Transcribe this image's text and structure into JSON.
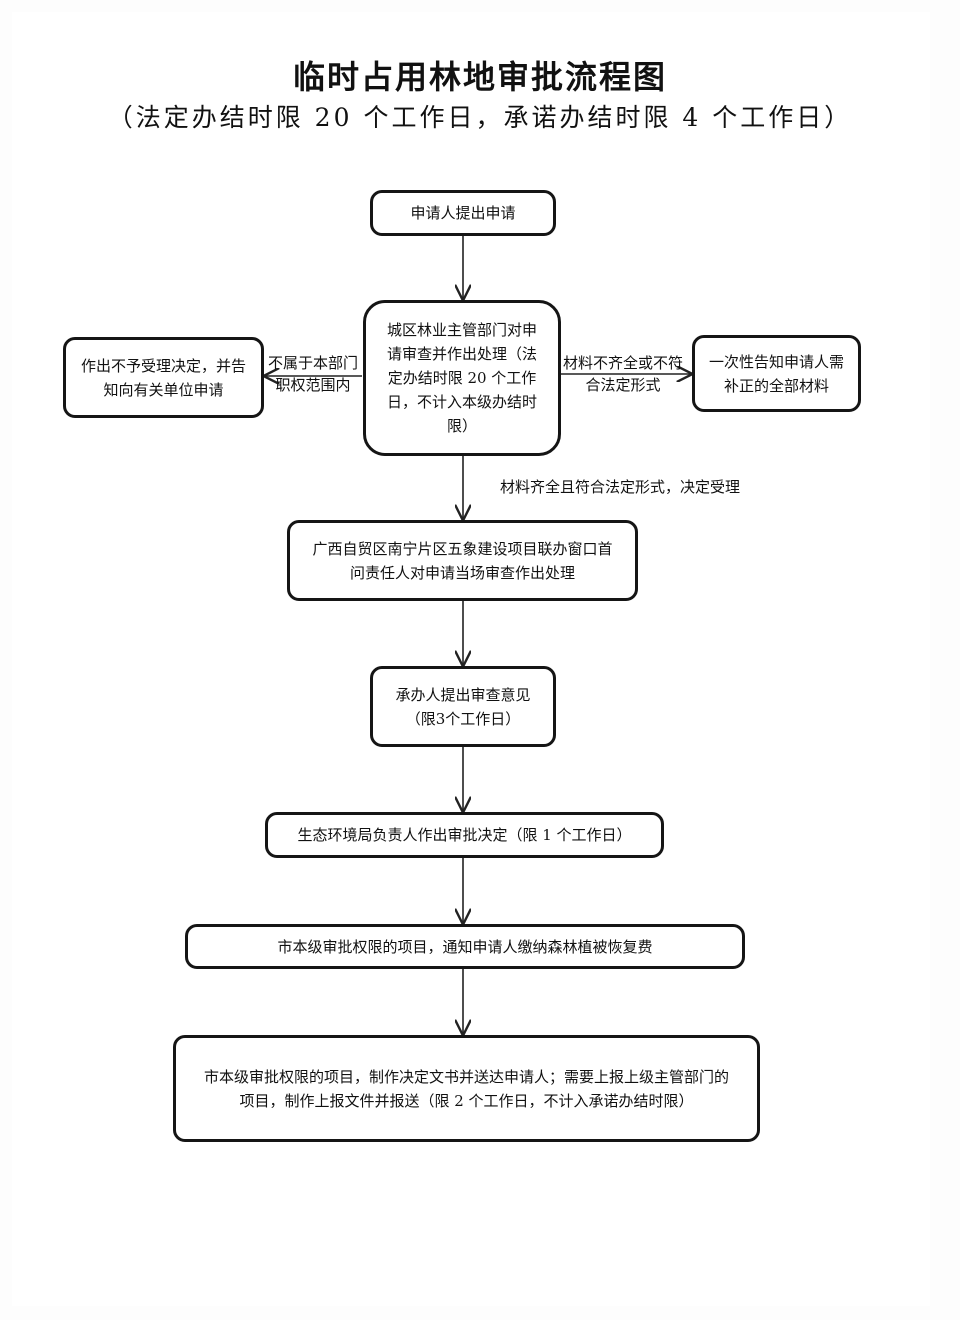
{
  "title": "临时占用林地审批流程图",
  "subtitle": "（法定办结时限 20 个工作日，承诺办结时限 4 个工作日）",
  "nodes": {
    "apply": "申请人提出申请",
    "review": "城区林业主管部门对申请审查并作出处理（法定办结时限 20 个工作日，不计入本级办结时限）",
    "reject": "作出不予受理决定，并告知向有关单位申请",
    "supplement": "一次性告知申请人需补正的全部材料",
    "window": "广西自贸区南宁片区五象建设项目联办窗口首问责任人对申请当场审查作出处理",
    "opinion": "承办人提出审查意见（限3个工作日）",
    "decision": "生态环境局负责人作出审批决定（限 1 个工作日）",
    "notify_fee": "市本级审批权限的项目，通知申请人缴纳森林植被恢复费",
    "final": "市本级审批权限的项目，制作决定文书并送达申请人；需要上报上级主管部门的项目，制作上报文件并报送（限 2 个工作日，不计入承诺办结时限）"
  },
  "edge_labels": {
    "not_in_scope": "不属于本部门职权范围内",
    "incomplete": "材料不齐全或不符合法定形式",
    "accepted": "材料齐全且符合法定形式，决定受理"
  }
}
